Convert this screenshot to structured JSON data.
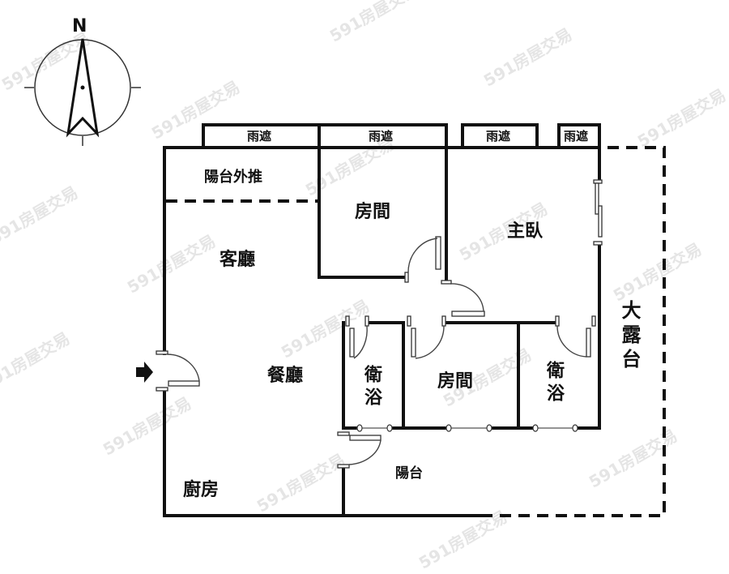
{
  "compass": {
    "north_label": "N"
  },
  "canopies": [
    {
      "label": "雨遮"
    },
    {
      "label": "雨遮"
    },
    {
      "label": "雨遮"
    },
    {
      "label": "雨遮"
    }
  ],
  "rooms": {
    "balcony_extension": "陽台外推",
    "bedroom_top": "房間",
    "master_bedroom": "主臥",
    "living_room": "客廳",
    "dining_room": "餐廳",
    "bathroom_left": "衛浴",
    "bedroom_middle": "房間",
    "bathroom_right": "衛浴",
    "large_terrace": "大露台",
    "kitchen": "廚房",
    "balcony": "陽台"
  },
  "watermark": "591房屋交易",
  "colors": {
    "wall": "#111111",
    "background": "#ffffff",
    "watermark": "#b4b4b4"
  }
}
